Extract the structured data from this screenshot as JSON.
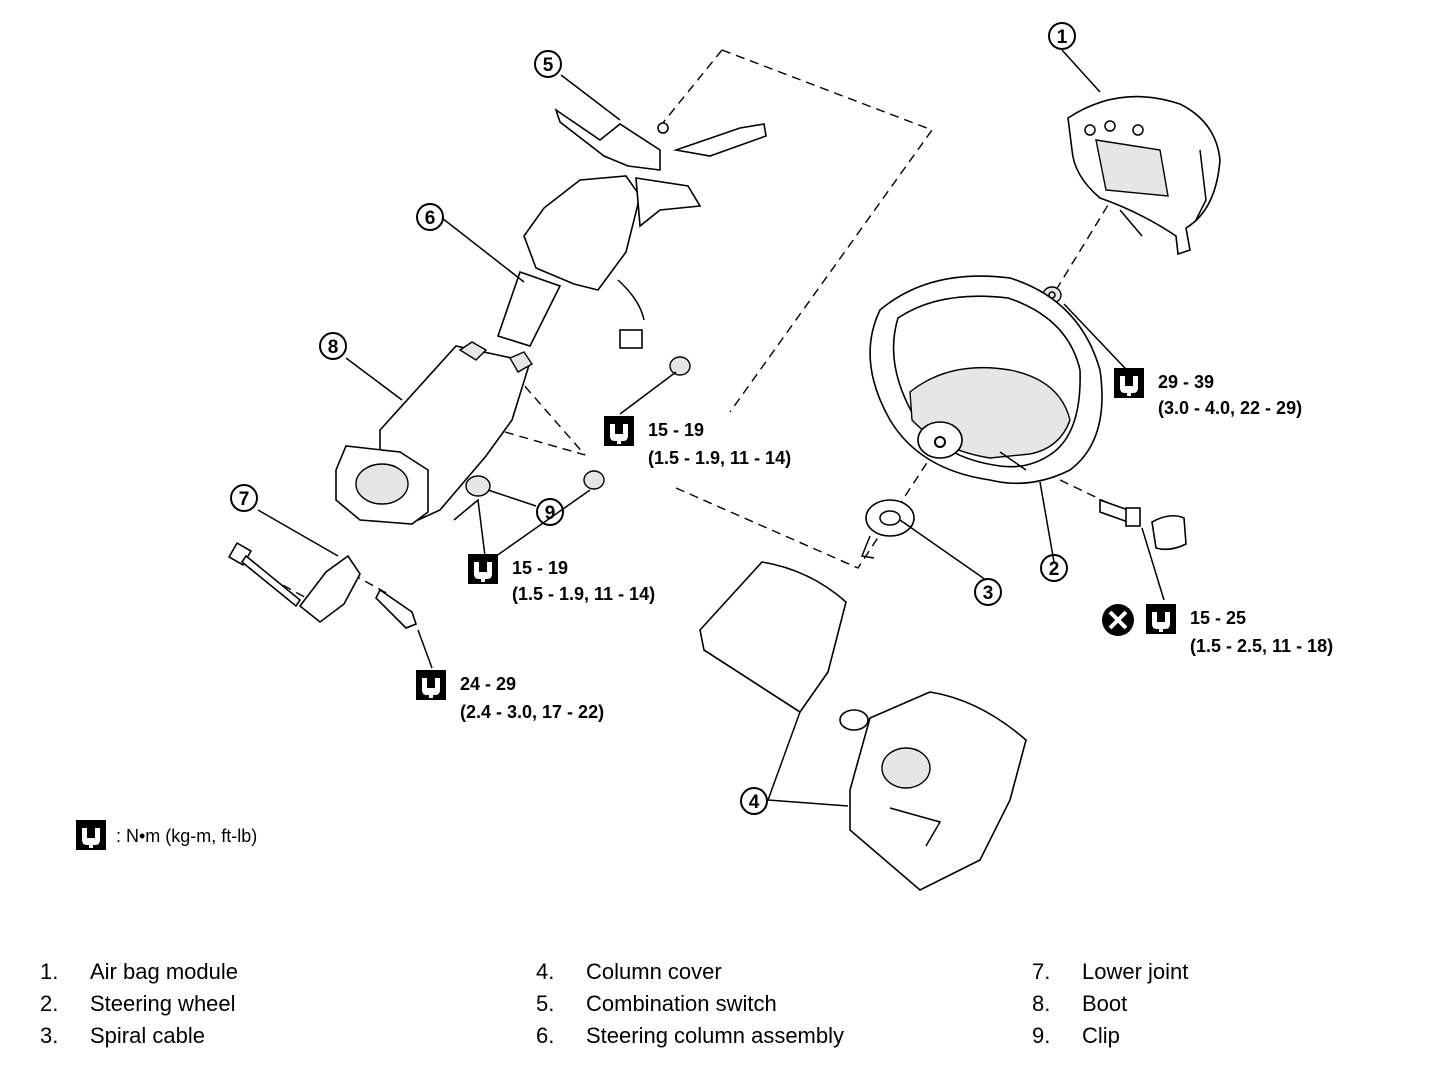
{
  "callouts": {
    "c1": "1",
    "c2": "2",
    "c3": "3",
    "c4": "4",
    "c5": "5",
    "c6": "6",
    "c7": "7",
    "c8": "8",
    "c9": "9"
  },
  "torques": {
    "t1": {
      "line1": "29 - 39",
      "line2": "(3.0 - 4.0, 22 - 29)"
    },
    "t2": {
      "line1": "15 - 19",
      "line2": "(1.5 - 1.9, 11 - 14)"
    },
    "t3": {
      "line1": "15 - 19",
      "line2": "(1.5 - 1.9, 11 - 14)"
    },
    "t4": {
      "line1": "15 - 25",
      "line2": "(1.5 - 2.5, 11 - 18)"
    },
    "t5": {
      "line1": "24 - 29",
      "line2": "(2.4 - 3.0, 17 - 22)"
    }
  },
  "legend": {
    "text": ": N•m (kg-m, ft-lb)",
    "icon": "torque-wrench-icon"
  },
  "parts": [
    {
      "num": "1.",
      "name": "Air bag module"
    },
    {
      "num": "2.",
      "name": "Steering wheel"
    },
    {
      "num": "3.",
      "name": "Spiral cable"
    },
    {
      "num": "4.",
      "name": "Column cover"
    },
    {
      "num": "5.",
      "name": "Combination switch"
    },
    {
      "num": "6.",
      "name": "Steering column assembly"
    },
    {
      "num": "7.",
      "name": "Lower joint"
    },
    {
      "num": "8.",
      "name": "Boot"
    },
    {
      "num": "9.",
      "name": "Clip"
    }
  ]
}
